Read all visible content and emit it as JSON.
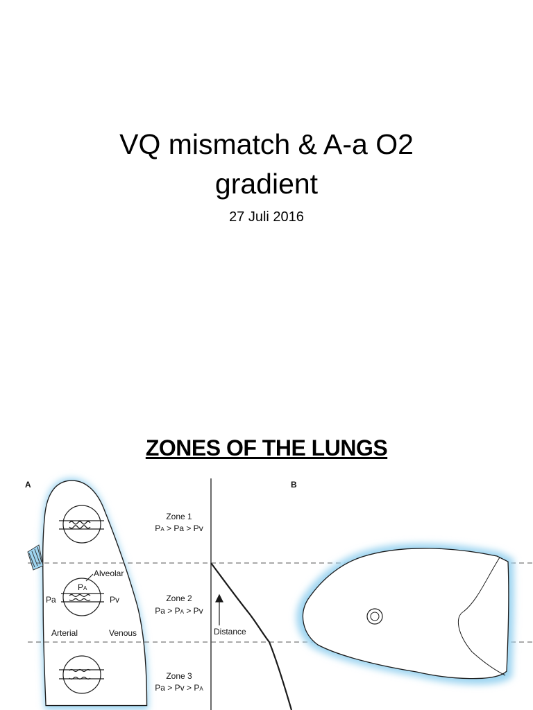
{
  "slide1": {
    "title_line1": "VQ mismatch & A-a O2",
    "title_line2": "gradient",
    "date": "27 Juli 2016"
  },
  "slide2": {
    "heading": "ZONES OF THE LUNGS",
    "panel_a_label": "A",
    "panel_b_label": "B",
    "zones": [
      {
        "name": "Zone 1",
        "relation_parts": [
          "P",
          "A",
          " > Pa > Pv"
        ]
      },
      {
        "name": "Zone 2",
        "relation_parts": [
          "Pa > P",
          "A",
          " > Pv"
        ]
      },
      {
        "name": "Zone 3",
        "relation_parts": [
          "Pa > Pv > P",
          "A",
          ""
        ]
      }
    ],
    "labels": {
      "alveolar": "Alveolar",
      "pa_alv": "P",
      "pa_alv_sub": "A",
      "pa_left": "Pa",
      "pv_right": "Pv",
      "arterial": "Arterial",
      "venous": "Venous",
      "distance": "Distance"
    },
    "colors": {
      "lung_fill": "#cbe9f8",
      "outline": "#1a1a1a"
    }
  }
}
